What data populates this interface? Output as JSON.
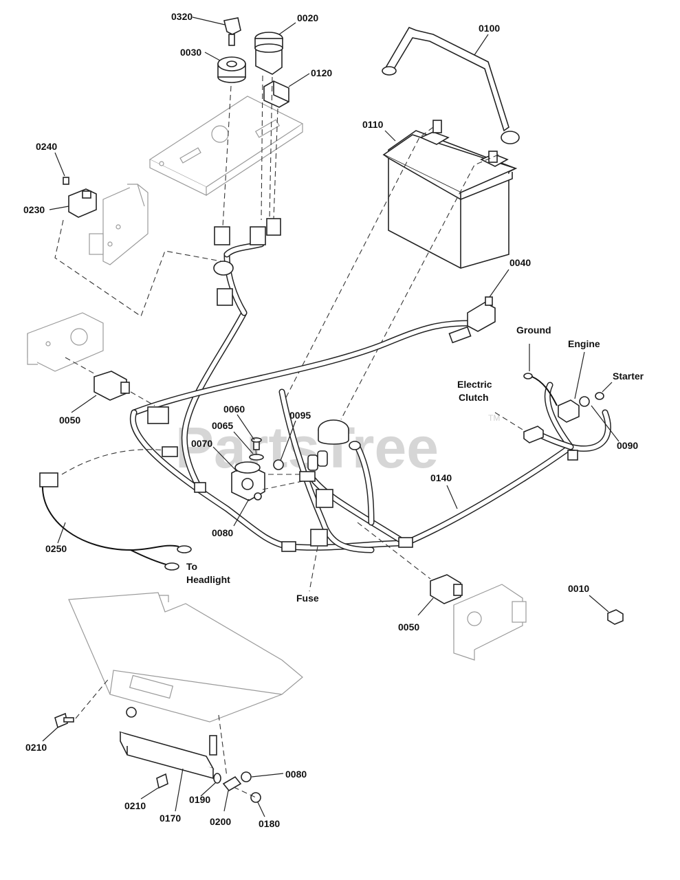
{
  "watermark": {
    "text": "PartsTree",
    "tm": "TM"
  },
  "callouts": {
    "c0320": "0320",
    "c0020": "0020",
    "c0030": "0030",
    "c0120": "0120",
    "c0100": "0100",
    "c0110": "0110",
    "c0240": "0240",
    "c0230": "0230",
    "c0040": "0040",
    "c0050a": "0050",
    "c0060": "0060",
    "c0065": "0065",
    "c0070": "0070",
    "c0095": "0095",
    "c0080a": "0080",
    "c0140": "0140",
    "c0090": "0090",
    "c0250": "0250",
    "c0050b": "0050",
    "c0010": "0010",
    "c0210a": "0210",
    "c0210b": "0210",
    "c0170": "0170",
    "c0190": "0190",
    "c0200": "0200",
    "c0080b": "0080",
    "c0180": "0180"
  },
  "terminals": {
    "ground": "Ground",
    "engine": "Engine",
    "starter": "Starter",
    "electric_clutch_1": "Electric",
    "electric_clutch_2": "Clutch",
    "to_headlight_1": "To",
    "to_headlight_2": "Headlight",
    "fuse": "Fuse"
  }
}
